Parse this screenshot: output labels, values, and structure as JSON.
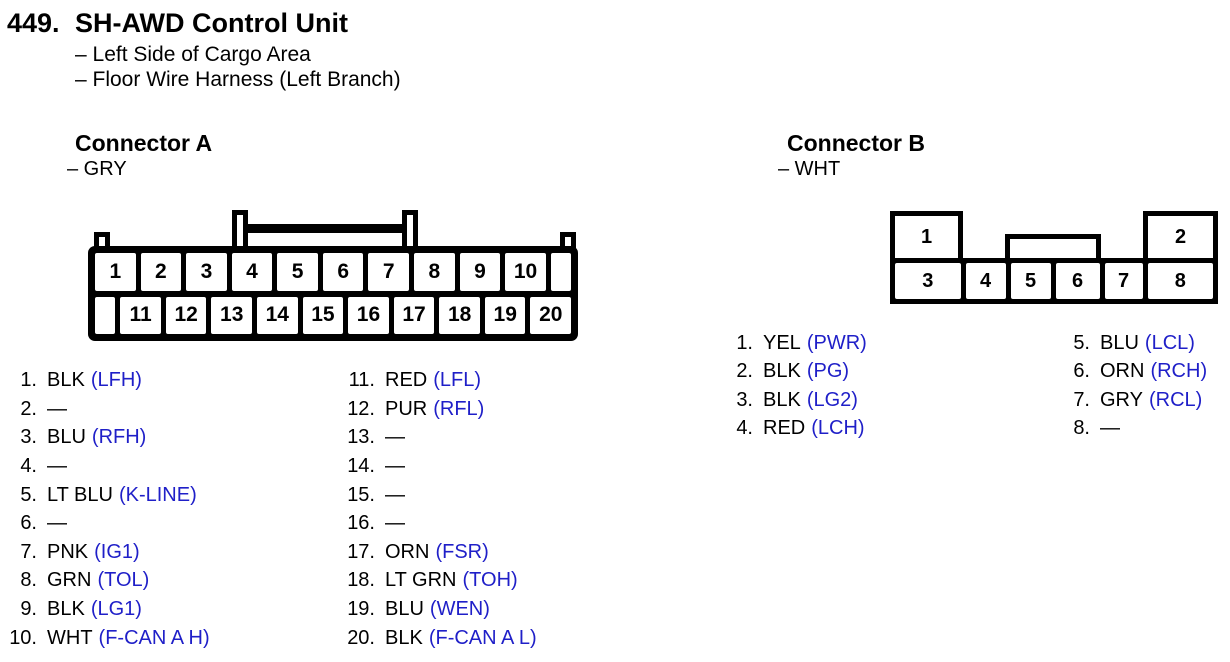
{
  "title_block": {
    "number": "449.",
    "title": "SH-AWD Control Unit",
    "locations": [
      "– Left Side of Cargo Area",
      "– Floor Wire Harness (Left Branch)"
    ]
  },
  "connector_a": {
    "heading": "Connector A",
    "housing_color": "– GRY",
    "diagram": {
      "top_row": [
        "1",
        "2",
        "3",
        "4",
        "5",
        "6",
        "7",
        "8",
        "9",
        "10"
      ],
      "bottom_row": [
        "11",
        "12",
        "13",
        "14",
        "15",
        "16",
        "17",
        "18",
        "19",
        "20"
      ]
    },
    "pins_col1": [
      {
        "num": "1.",
        "wire": "BLK",
        "signal": "(LFH)"
      },
      {
        "num": "2.",
        "wire": "—",
        "signal": ""
      },
      {
        "num": "3.",
        "wire": "BLU",
        "signal": "(RFH)"
      },
      {
        "num": "4.",
        "wire": "—",
        "signal": ""
      },
      {
        "num": "5.",
        "wire": "LT BLU",
        "signal": "(K-LINE)"
      },
      {
        "num": "6.",
        "wire": "—",
        "signal": ""
      },
      {
        "num": "7.",
        "wire": "PNK",
        "signal": "(IG1)"
      },
      {
        "num": "8.",
        "wire": "GRN",
        "signal": "(TOL)"
      },
      {
        "num": "9.",
        "wire": "BLK",
        "signal": "(LG1)"
      },
      {
        "num": "10.",
        "wire": "WHT",
        "signal": "(F-CAN A H)"
      }
    ],
    "pins_col2": [
      {
        "num": "11.",
        "wire": "RED",
        "signal": "(LFL)"
      },
      {
        "num": "12.",
        "wire": "PUR",
        "signal": "(RFL)"
      },
      {
        "num": "13.",
        "wire": "—",
        "signal": ""
      },
      {
        "num": "14.",
        "wire": "—",
        "signal": ""
      },
      {
        "num": "15.",
        "wire": "—",
        "signal": ""
      },
      {
        "num": "16.",
        "wire": "—",
        "signal": ""
      },
      {
        "num": "17.",
        "wire": "ORN",
        "signal": "(FSR)"
      },
      {
        "num": "18.",
        "wire": "LT GRN",
        "signal": "(TOH)"
      },
      {
        "num": "19.",
        "wire": "BLU",
        "signal": "(WEN)"
      },
      {
        "num": "20.",
        "wire": "BLK",
        "signal": "(F-CAN A L)"
      }
    ]
  },
  "connector_b": {
    "heading": "Connector B",
    "housing_color": "– WHT",
    "diagram": {
      "top_boxes": [
        "1",
        "2"
      ],
      "bottom_row": [
        "3",
        "4",
        "5",
        "6",
        "7",
        "8"
      ]
    },
    "pins_col1": [
      {
        "num": "1.",
        "wire": "YEL",
        "signal": "(PWR)"
      },
      {
        "num": "2.",
        "wire": "BLK",
        "signal": "(PG)"
      },
      {
        "num": "3.",
        "wire": "BLK",
        "signal": "(LG2)"
      },
      {
        "num": "4.",
        "wire": "RED",
        "signal": "(LCH)"
      }
    ],
    "pins_col2": [
      {
        "num": "5.",
        "wire": "BLU",
        "signal": "(LCL)"
      },
      {
        "num": "6.",
        "wire": "ORN",
        "signal": "(RCH)"
      },
      {
        "num": "7.",
        "wire": "GRY",
        "signal": "(RCL)"
      },
      {
        "num": "8.",
        "wire": "—",
        "signal": ""
      }
    ]
  },
  "colors": {
    "signal_blue": "#1f1fc8",
    "ink": "#000000",
    "paper": "#ffffff"
  }
}
